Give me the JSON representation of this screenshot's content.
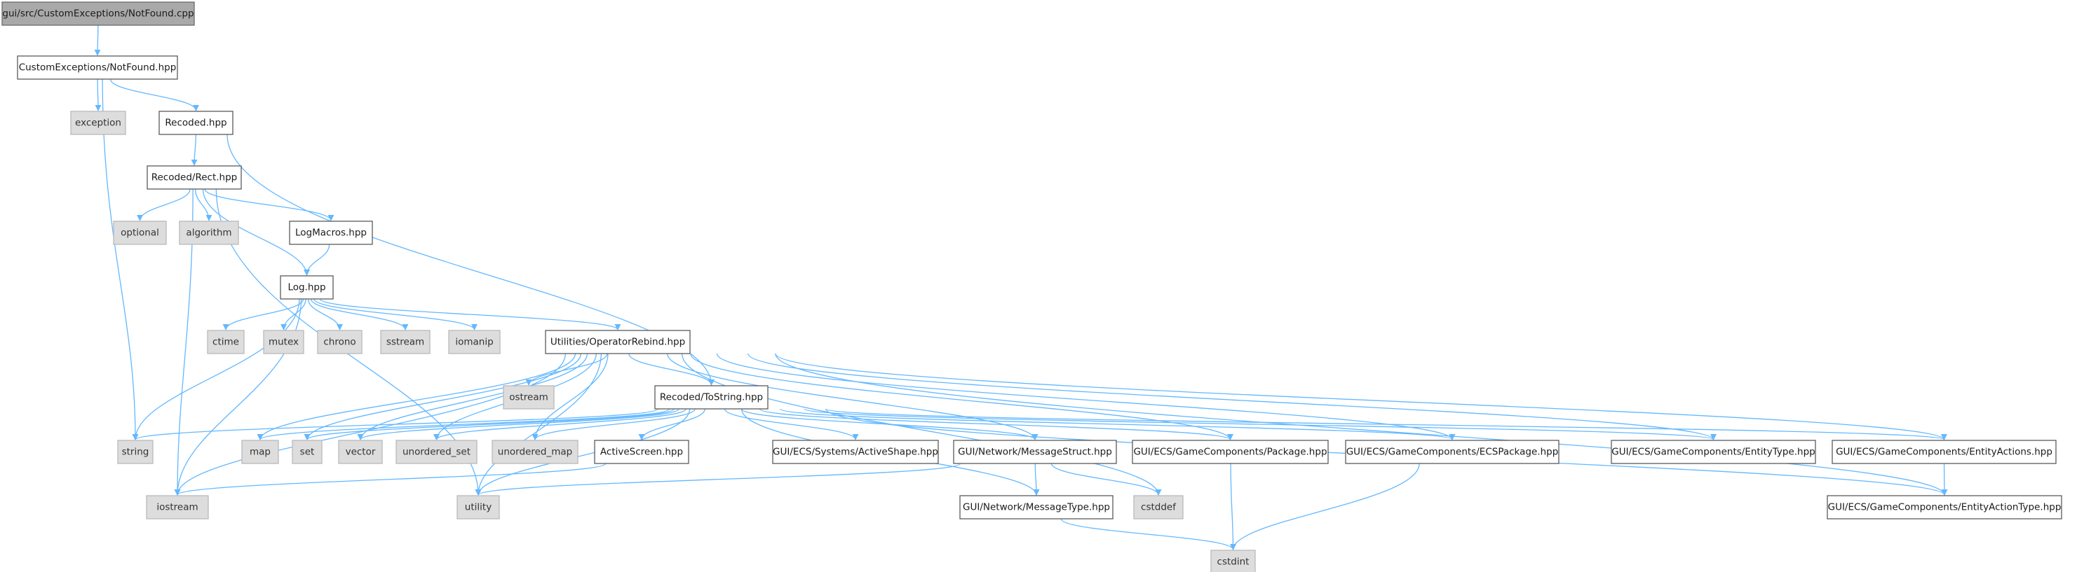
{
  "graph": {
    "colors": {
      "edge": "#63b8ff",
      "file_fill": "#ffffff",
      "system_fill": "#dddddd",
      "root_fill": "#a9a9a9"
    },
    "nodes": [
      {
        "id": "root",
        "label": "gui/src/CustomExceptions/NotFound.cpp",
        "kind": "root"
      },
      {
        "id": "notfound",
        "label": "CustomExceptions/NotFound.hpp",
        "kind": "file"
      },
      {
        "id": "exception",
        "label": "exception",
        "kind": "system"
      },
      {
        "id": "recoded",
        "label": "Recoded.hpp",
        "kind": "file"
      },
      {
        "id": "rect",
        "label": "Recoded/Rect.hpp",
        "kind": "file"
      },
      {
        "id": "optional",
        "label": "optional",
        "kind": "system"
      },
      {
        "id": "algorithm",
        "label": "algorithm",
        "kind": "system"
      },
      {
        "id": "logmacros",
        "label": "LogMacros.hpp",
        "kind": "file"
      },
      {
        "id": "log",
        "label": "Log.hpp",
        "kind": "file"
      },
      {
        "id": "ctime",
        "label": "ctime",
        "kind": "system"
      },
      {
        "id": "mutex",
        "label": "mutex",
        "kind": "system"
      },
      {
        "id": "chrono",
        "label": "chrono",
        "kind": "system"
      },
      {
        "id": "sstream",
        "label": "sstream",
        "kind": "system"
      },
      {
        "id": "iomanip",
        "label": "iomanip",
        "kind": "system"
      },
      {
        "id": "oprebind",
        "label": "Utilities/OperatorRebind.hpp",
        "kind": "file"
      },
      {
        "id": "ostream",
        "label": "ostream",
        "kind": "system"
      },
      {
        "id": "tostring",
        "label": "Recoded/ToString.hpp",
        "kind": "file"
      },
      {
        "id": "string",
        "label": "string",
        "kind": "system"
      },
      {
        "id": "map",
        "label": "map",
        "kind": "system"
      },
      {
        "id": "set",
        "label": "set",
        "kind": "system"
      },
      {
        "id": "vector",
        "label": "vector",
        "kind": "system"
      },
      {
        "id": "unordered_set",
        "label": "unordered_set",
        "kind": "system"
      },
      {
        "id": "unordered_map",
        "label": "unordered_map",
        "kind": "system"
      },
      {
        "id": "activescreen",
        "label": "ActiveScreen.hpp",
        "kind": "file"
      },
      {
        "id": "activeshape",
        "label": "GUI/ECS/Systems/ActiveShape.hpp",
        "kind": "file"
      },
      {
        "id": "msgstruct",
        "label": "GUI/Network/MessageStruct.hpp",
        "kind": "file"
      },
      {
        "id": "package",
        "label": "GUI/ECS/GameComponents/Package.hpp",
        "kind": "file"
      },
      {
        "id": "ecspackage",
        "label": "GUI/ECS/GameComponents/ECSPackage.hpp",
        "kind": "file"
      },
      {
        "id": "entitytype",
        "label": "GUI/ECS/GameComponents/EntityType.hpp",
        "kind": "file"
      },
      {
        "id": "entityactions",
        "label": "GUI/ECS/GameComponents/EntityActions.hpp",
        "kind": "file"
      },
      {
        "id": "iostream",
        "label": "iostream",
        "kind": "system"
      },
      {
        "id": "utility",
        "label": "utility",
        "kind": "system"
      },
      {
        "id": "msgtype",
        "label": "GUI/Network/MessageType.hpp",
        "kind": "file"
      },
      {
        "id": "cstddef",
        "label": "cstddef",
        "kind": "system"
      },
      {
        "id": "entityactiontype",
        "label": "GUI/ECS/GameComponents/EntityActionType.hpp",
        "kind": "file"
      },
      {
        "id": "cstdint",
        "label": "cstdint",
        "kind": "system"
      }
    ],
    "edges": [
      [
        "root",
        "notfound"
      ],
      [
        "notfound",
        "string"
      ],
      [
        "notfound",
        "exception"
      ],
      [
        "notfound",
        "recoded"
      ],
      [
        "recoded",
        "rect"
      ],
      [
        "recoded",
        "tostring"
      ],
      [
        "rect",
        "utility"
      ],
      [
        "rect",
        "iostream"
      ],
      [
        "rect",
        "optional"
      ],
      [
        "rect",
        "algorithm"
      ],
      [
        "rect",
        "log"
      ],
      [
        "rect",
        "logmacros"
      ],
      [
        "logmacros",
        "log"
      ],
      [
        "log",
        "string"
      ],
      [
        "log",
        "iostream"
      ],
      [
        "log",
        "ctime"
      ],
      [
        "log",
        "mutex"
      ],
      [
        "log",
        "chrono"
      ],
      [
        "log",
        "sstream"
      ],
      [
        "log",
        "iomanip"
      ],
      [
        "log",
        "oprebind"
      ],
      [
        "oprebind",
        "utility"
      ],
      [
        "oprebind",
        "map"
      ],
      [
        "oprebind",
        "set"
      ],
      [
        "oprebind",
        "vector"
      ],
      [
        "oprebind",
        "unordered_set"
      ],
      [
        "oprebind",
        "unordered_map"
      ],
      [
        "oprebind",
        "ostream"
      ],
      [
        "oprebind",
        "tostring"
      ],
      [
        "oprebind",
        "msgstruct"
      ],
      [
        "oprebind",
        "package"
      ],
      [
        "oprebind",
        "ecspackage"
      ],
      [
        "oprebind",
        "entitytype"
      ],
      [
        "oprebind",
        "entityactions"
      ],
      [
        "oprebind",
        "entityactiontype"
      ],
      [
        "oprebind",
        "cstddef"
      ],
      [
        "oprebind",
        "iostream"
      ],
      [
        "tostring",
        "string"
      ],
      [
        "tostring",
        "map"
      ],
      [
        "tostring",
        "set"
      ],
      [
        "tostring",
        "vector"
      ],
      [
        "tostring",
        "unordered_set"
      ],
      [
        "tostring",
        "unordered_map"
      ],
      [
        "tostring",
        "activescreen"
      ],
      [
        "tostring",
        "activeshape"
      ],
      [
        "tostring",
        "msgstruct"
      ],
      [
        "tostring",
        "package"
      ],
      [
        "tostring",
        "ecspackage"
      ],
      [
        "tostring",
        "entitytype"
      ],
      [
        "tostring",
        "entityactions"
      ],
      [
        "tostring",
        "utility"
      ],
      [
        "tostring",
        "msgtype"
      ],
      [
        "tostring",
        "entityactiontype"
      ],
      [
        "activescreen",
        "iostream"
      ],
      [
        "msgstruct",
        "utility"
      ],
      [
        "msgstruct",
        "msgtype"
      ],
      [
        "msgstruct",
        "cstddef"
      ],
      [
        "package",
        "cstdint"
      ],
      [
        "ecspackage",
        "cstdint"
      ],
      [
        "msgtype",
        "cstdint"
      ],
      [
        "entityactions",
        "entityactiontype"
      ]
    ]
  }
}
